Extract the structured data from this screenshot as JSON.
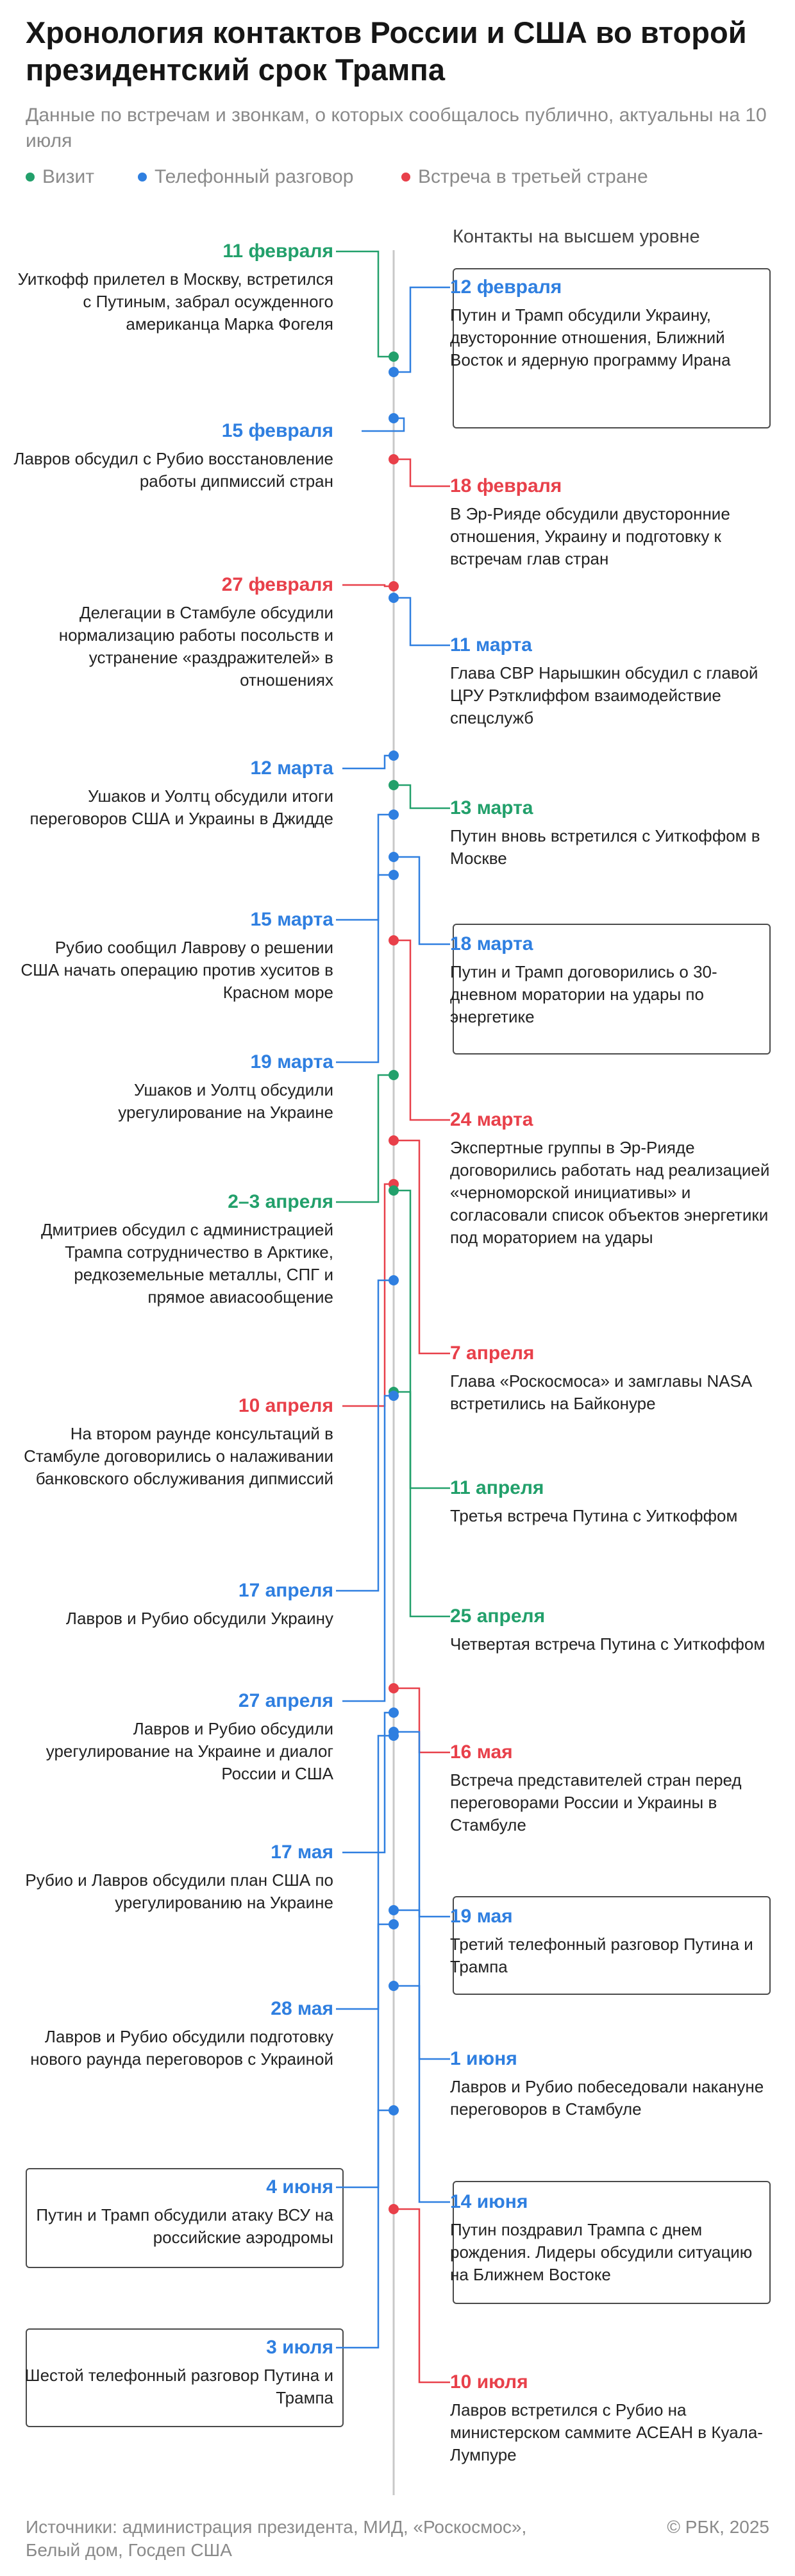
{
  "title": "Хронология контактов России и США во второй президентский срок Трампа",
  "subtitle": "Данные по встречам и звонкам, о которых сообщалось публично, актуальны на 10 июля",
  "legend": [
    {
      "label": "Визит",
      "color": "#22a06b"
    },
    {
      "label": "Телефонный разговор",
      "color": "#2f7fe0"
    },
    {
      "label": "Встреча в третьей стране",
      "color": "#e8404a"
    }
  ],
  "colors": {
    "visit": "#22a06b",
    "phone": "#2f7fe0",
    "third": "#e8404a",
    "axis": "#c8c8c8",
    "box_border": "#4a4a4a"
  },
  "top_level_label": "Контакты на высшем уровне",
  "events": [
    {
      "date": "11 февраля",
      "text": "Уиткофф прилетел в Москву, встретился с Путиным, забрал осужденного американца Марка Фогеля",
      "type": "visit",
      "side": "left",
      "top_level": false
    },
    {
      "date": "12 февраля",
      "text": "Путин и Трамп обсудили Украину, двусторонние отношения, Ближний Восток и ядерную программу Ирана",
      "type": "phone",
      "side": "right",
      "top_level": true
    },
    {
      "date": "15 февраля",
      "text": "Лавров обсудил с Рубио восстановление работы дипмиссий стран",
      "type": "phone",
      "side": "left",
      "top_level": false
    },
    {
      "date": "18 февраля",
      "text": "В Эр-Рияде обсудили двусторонние отношения, Украину и подготовку к встречам глав стран",
      "type": "third",
      "side": "right",
      "top_level": false
    },
    {
      "date": "27 февраля",
      "text": "Делегации в Стамбуле обсудили нормализацию работы посольств и устранение «раздражителей» в отношениях",
      "type": "third",
      "side": "left",
      "top_level": false
    },
    {
      "date": "11 марта",
      "text": "Глава СВР Нарышкин обсудил с главой ЦРУ Рэтклиффом взаимодействие спецслужб",
      "type": "phone",
      "side": "right",
      "top_level": false
    },
    {
      "date": "12 марта",
      "text": "Ушаков и Уолтц обсудили итоги переговоров США и Украины в Джидде",
      "type": "phone",
      "side": "left",
      "top_level": false
    },
    {
      "date": "13 марта",
      "text": "Путин вновь встретился с Уиткоффом в Москве",
      "type": "visit",
      "side": "right",
      "top_level": false
    },
    {
      "date": "15 марта",
      "text": "Рубио сообщил Лаврову о решении США начать операцию против хуситов в Красном море",
      "type": "phone",
      "side": "left",
      "top_level": false
    },
    {
      "date": "18 марта",
      "text": "Путин и Трамп договорились о 30-дневном моратории на удары по энергетике",
      "type": "phone",
      "side": "right",
      "top_level": true
    },
    {
      "date": "19 марта",
      "text": "Ушаков и Уолтц обсудили урегулирование на Украине",
      "type": "phone",
      "side": "left",
      "top_level": false
    },
    {
      "date": "24 марта",
      "text": "Экспертные группы в Эр-Рияде договорились работать над реализацией «черноморской инициативы» и согласовали список объектов энергетики под мораторием на удары",
      "type": "third",
      "side": "right",
      "top_level": false
    },
    {
      "date": "2–3 апреля",
      "text": "Дмитриев обсудил с администрацией Трампа сотрудничество в Арктике, редкоземельные металлы, СПГ и прямое авиасообщение",
      "type": "visit",
      "side": "left",
      "top_level": false
    },
    {
      "date": "7 апреля",
      "text": "Глава «Роскосмоса» и замглавы NASA встретились на Байконуре",
      "type": "third",
      "side": "right",
      "top_level": false
    },
    {
      "date": "10 апреля",
      "text": "На втором раунде консультаций в Стамбуле договорились о налаживании банковского обслуживания дипмиссий",
      "type": "third",
      "side": "left",
      "top_level": false
    },
    {
      "date": "11 апреля",
      "text": "Третья встреча Путина с Уиткоффом",
      "type": "visit",
      "side": "right",
      "top_level": false
    },
    {
      "date": "17 апреля",
      "text": "Лавров и Рубио обсудили Украину",
      "type": "phone",
      "side": "left",
      "top_level": false
    },
    {
      "date": "25 апреля",
      "text": "Четвертая встреча Путина с Уиткоффом",
      "type": "visit",
      "side": "right",
      "top_level": false
    },
    {
      "date": "27 апреля",
      "text": "Лавров и Рубио обсудили урегулирование на Украине и диалог России и США",
      "type": "phone",
      "side": "left",
      "top_level": false
    },
    {
      "date": "16 мая",
      "text": "Встреча представителей стран перед переговорами России и Украины в Стамбуле",
      "type": "third",
      "side": "right",
      "top_level": false
    },
    {
      "date": "17 мая",
      "text": "Рубио и Лавров обсудили план США по урегулированию на Украине",
      "type": "phone",
      "side": "left",
      "top_level": false
    },
    {
      "date": "19 мая",
      "text": "Третий телефонный разговор Путина и Трампа",
      "type": "phone",
      "side": "right",
      "top_level": true
    },
    {
      "date": "28 мая",
      "text": "Лавров и Рубио обсудили подготовку нового раунда переговоров с Украиной",
      "type": "phone",
      "side": "left",
      "top_level": false
    },
    {
      "date": "1 июня",
      "text": "Лавров и Рубио побеседовали накануне переговоров в Стамбуле",
      "type": "phone",
      "side": "right",
      "top_level": false
    },
    {
      "date": "4 июня",
      "text": "Путин и Трамп обсудили атаку ВСУ на российские аэродромы",
      "type": "phone",
      "side": "left",
      "top_level": true
    },
    {
      "date": "14 июня",
      "text": "Путин поздравил Трампа с днем рождения. Лидеры обсудили ситуацию на Ближнем Востоке",
      "type": "phone",
      "side": "right",
      "top_level": true
    },
    {
      "date": "3 июля",
      "text": "Шестой телефонный разговор Путина и Трампа",
      "type": "phone",
      "side": "left",
      "top_level": true
    },
    {
      "date": "10 июля",
      "text": "Лавров встретился с Рубио на министерском саммите АСЕАН в Куала-Лумпуре",
      "type": "third",
      "side": "right",
      "top_level": false
    }
  ],
  "footer": "Источники: администрация президента, МИД, «Роскосмос», Белый дом, Госдеп США",
  "copyright": "© РБК, 2025"
}
